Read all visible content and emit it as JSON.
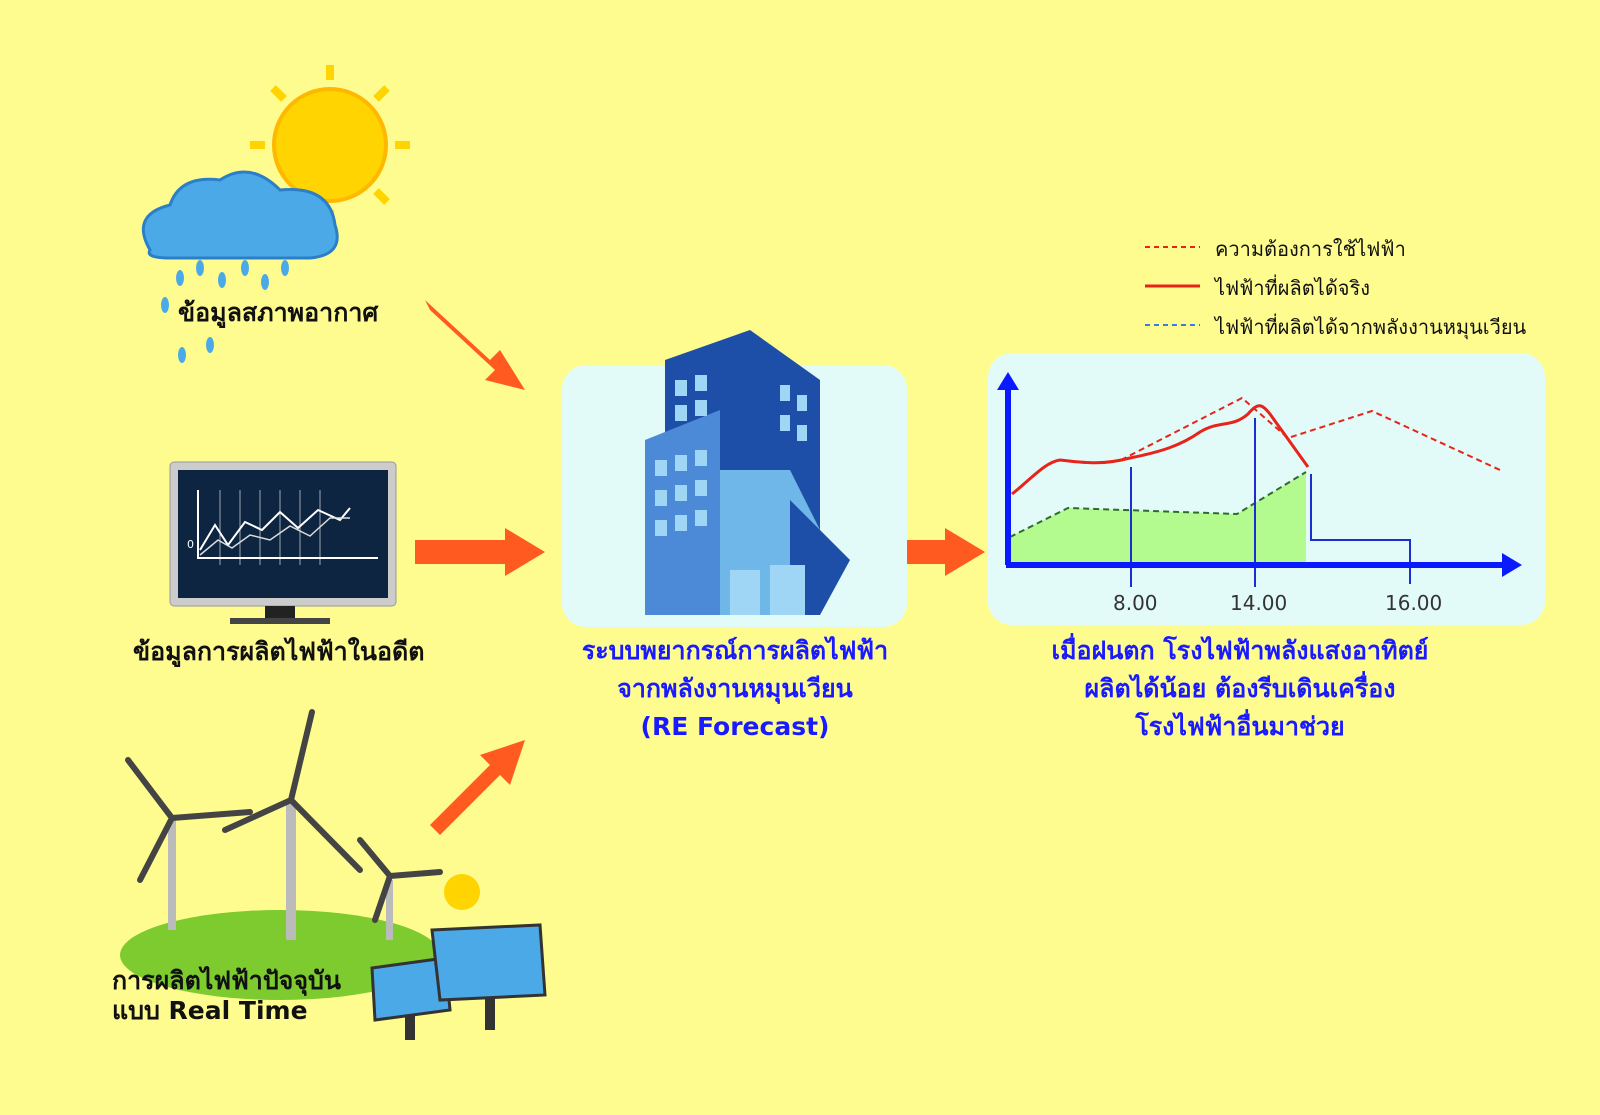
{
  "inputs": {
    "weather": {
      "label": "ข้อมูลสภาพอากาศ"
    },
    "history": {
      "label": "ข้อมูลการผลิตไฟฟ้าในอดีต",
      "monitor_zero": "0"
    },
    "realtime": {
      "line1": "การผลิตไฟฟ้าปัจจุบัน",
      "line2": "แบบ Real Time"
    }
  },
  "system": {
    "line1": "ระบบพยากรณ์การผลิตไฟฟ้า",
    "line2": "จากพลังงานหมุนเวียน",
    "line3": "(RE Forecast)"
  },
  "result": {
    "line1": "เมื่อฝนตก โรงไฟฟ้าพลังแสงอาทิตย์",
    "line2": "ผลิตได้น้อย ต้องรีบเดินเครื่อง",
    "line3": "โรงไฟฟ้าอื่นมาช่วย"
  },
  "legend": [
    {
      "label": "ความต้องการใช้ไฟฟ้า",
      "style": "dashed",
      "color": "#e8231a"
    },
    {
      "label": "ไฟฟ้าที่ผลิตได้จริง",
      "style": "solid",
      "color": "#e8231a"
    },
    {
      "label": "ไฟฟ้าที่ผลิตได้จากพลังงานหมุนเวียน",
      "style": "dashed",
      "color": "#3a7be0"
    }
  ],
  "chart": {
    "ticks": [
      "8.00",
      "14.00",
      "16.00"
    ]
  },
  "colors": {
    "background": "#FFFC8F",
    "arrow": "#FF5A1F",
    "caption": "#1a1aff",
    "panel": "#E2FBF8",
    "axis": "#0a1aff",
    "renewable_fill": "#B4FB8F"
  }
}
